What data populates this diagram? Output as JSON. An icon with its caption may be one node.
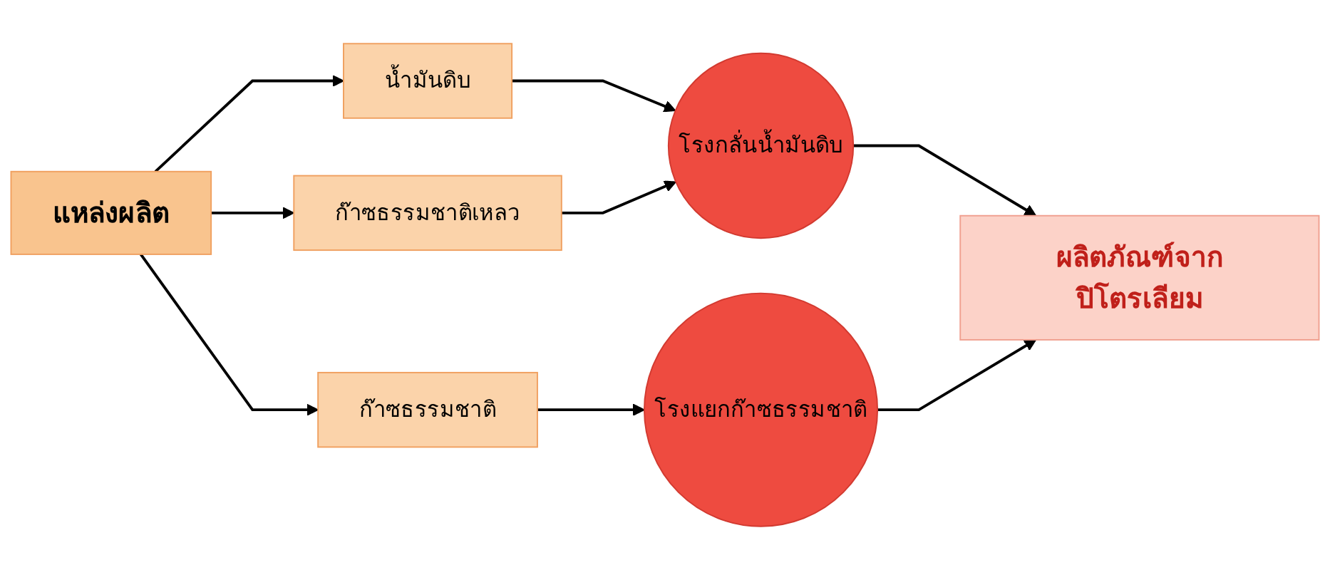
{
  "diagram": {
    "nodes": [
      {
        "text": [
          "แหล่งผลิต"
        ]
      },
      {
        "text": [
          "น้ำมันดิบ"
        ]
      },
      {
        "text": [
          "ก๊าซธรรมชาติเหลว"
        ]
      },
      {
        "text": [
          "ก๊าซธรรมชาติ"
        ]
      },
      {
        "text": [
          "โรงกลั่นน้ำมันดิบ"
        ]
      },
      {
        "text": [
          "โรงแยกก๊าซธรรมชาติ"
        ]
      },
      {
        "text": [
          "ผลิตภัณฑ์จากปิโตรเลียม"
        ]
      }
    ],
    "edges": [
      {
        "from": 0,
        "to": 1,
        "arrow": "to"
      },
      {
        "from": 0,
        "to": 2,
        "arrow": "to"
      },
      {
        "from": 0,
        "to": 3,
        "arrow": "to"
      },
      {
        "from": 1,
        "to": 4,
        "arrow": "to"
      },
      {
        "from": 2,
        "to": 4,
        "arrow": "to"
      },
      {
        "from": 3,
        "to": 5,
        "arrow": "to"
      },
      {
        "from": 4,
        "to": 6,
        "arrow": "to"
      },
      {
        "from": 5,
        "to": 6,
        "arrow": "to"
      }
    ]
  }
}
